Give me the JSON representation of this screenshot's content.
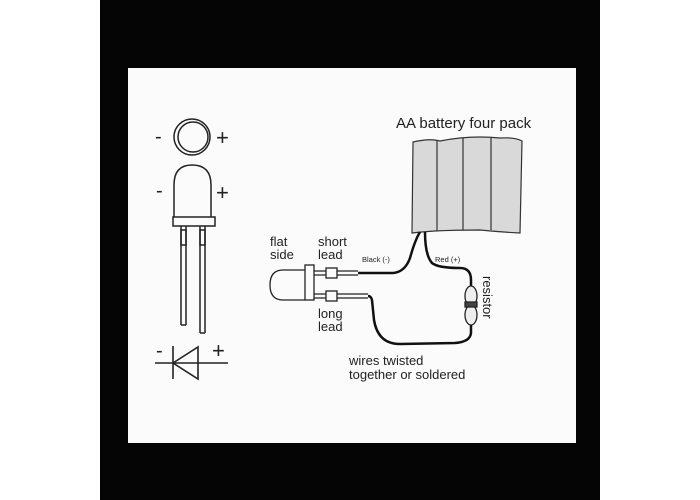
{
  "led_diagram": {
    "top_view": {
      "minus": "-",
      "plus": "+"
    },
    "side_view": {
      "minus": "-",
      "plus": "+"
    },
    "symbol": {
      "minus": "-",
      "plus": "+"
    }
  },
  "circuit": {
    "battery_label": "AA battery four pack",
    "flat_side": [
      "flat",
      "side"
    ],
    "short_lead": [
      "short",
      "lead"
    ],
    "long_lead": [
      "long",
      "lead"
    ],
    "black_wire": "Black (-)",
    "red_wire": "Red (+)",
    "resistor": "resistor",
    "note": [
      "wires twisted",
      "together or soldered"
    ]
  },
  "colors": {
    "ink": "#1a1a1a",
    "battery_fill": "#d9d9d9",
    "frame": "#050505",
    "paper": "#fbfbfb"
  }
}
